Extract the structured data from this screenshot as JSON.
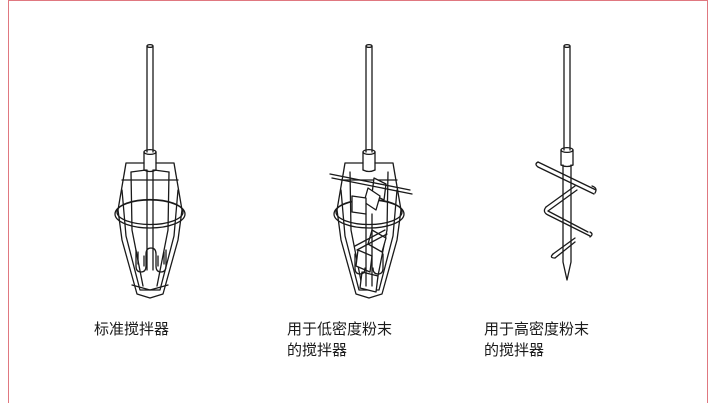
{
  "frame_color": "#e07880",
  "items": [
    {
      "caption_lines": [
        "标准搅拌器"
      ]
    },
    {
      "caption_lines": [
        "用于低密度粉末",
        "的搅拌器"
      ]
    },
    {
      "caption_lines": [
        "用于高密度粉末",
        "的搅拌器"
      ]
    }
  ]
}
